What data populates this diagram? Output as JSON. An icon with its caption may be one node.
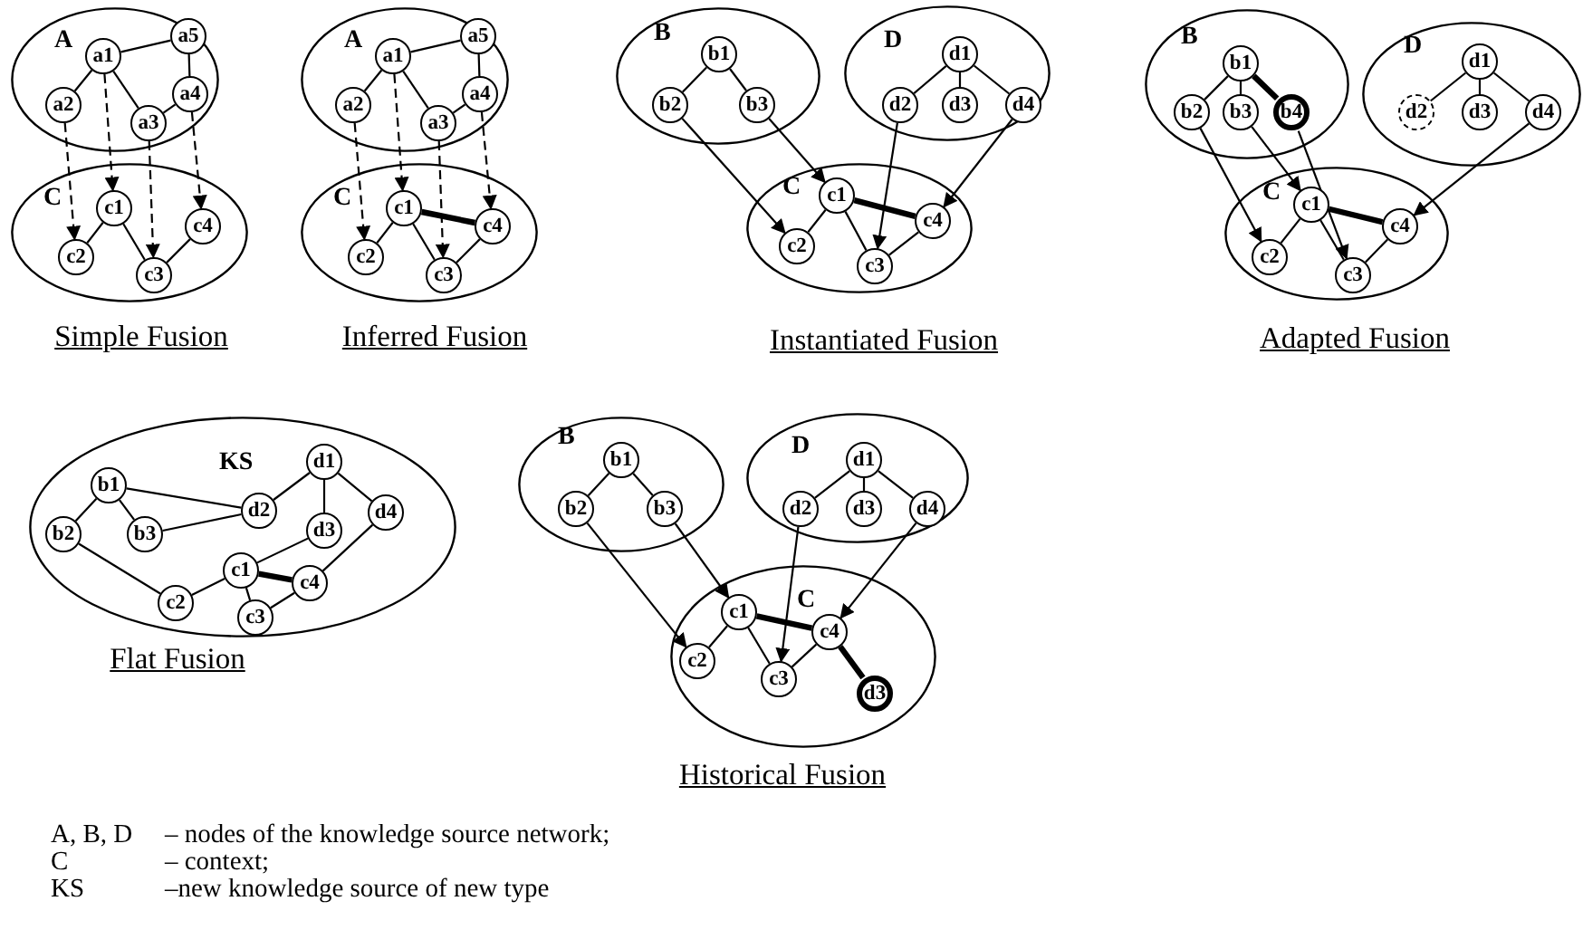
{
  "diagram": {
    "nodes": [
      {
        "text": [
          "A"
        ]
      },
      {
        "text": [
          "a1"
        ],
        "in": 0
      },
      {
        "text": [
          "a5"
        ],
        "in": 0
      },
      {
        "text": [
          "a2"
        ],
        "in": 0
      },
      {
        "text": [
          "a4"
        ],
        "in": 0
      },
      {
        "text": [
          "a3"
        ],
        "in": 0
      },
      {
        "text": [
          "C"
        ]
      },
      {
        "text": [
          "c1"
        ],
        "in": 6
      },
      {
        "text": [
          "c4"
        ],
        "in": 6
      },
      {
        "text": [
          "c2"
        ],
        "in": 6
      },
      {
        "text": [
          "c3"
        ],
        "in": 6
      },
      {
        "text": [
          "A"
        ]
      },
      {
        "text": [
          "a1"
        ],
        "in": 11
      },
      {
        "text": [
          "a5"
        ],
        "in": 11
      },
      {
        "text": [
          "a2"
        ],
        "in": 11
      },
      {
        "text": [
          "a4"
        ],
        "in": 11
      },
      {
        "text": [
          "a3"
        ],
        "in": 11
      },
      {
        "text": [
          "C"
        ]
      },
      {
        "text": [
          "c1"
        ],
        "in": 17
      },
      {
        "text": [
          "c4"
        ],
        "in": 17
      },
      {
        "text": [
          "c2"
        ],
        "in": 17
      },
      {
        "text": [
          "c3"
        ],
        "in": 17
      },
      {
        "text": [
          "B"
        ]
      },
      {
        "text": [
          "b1"
        ],
        "in": 22
      },
      {
        "text": [
          "b2"
        ],
        "in": 22
      },
      {
        "text": [
          "b3"
        ],
        "in": 22
      },
      {
        "text": [
          "D"
        ]
      },
      {
        "text": [
          "d1"
        ],
        "in": 26
      },
      {
        "text": [
          "d2"
        ],
        "in": 26
      },
      {
        "text": [
          "d3"
        ],
        "in": 26
      },
      {
        "text": [
          "d4"
        ],
        "in": 26
      },
      {
        "text": [
          "C"
        ]
      },
      {
        "text": [
          "c1"
        ],
        "in": 31
      },
      {
        "text": [
          "c4"
        ],
        "in": 31
      },
      {
        "text": [
          "c2"
        ],
        "in": 31
      },
      {
        "text": [
          "c3"
        ],
        "in": 31
      },
      {
        "text": [
          "B"
        ]
      },
      {
        "text": [
          "b1"
        ],
        "in": 36
      },
      {
        "text": [
          "b2"
        ],
        "in": 36
      },
      {
        "text": [
          "b3"
        ],
        "in": 36
      },
      {
        "text": [
          "b4"
        ],
        "in": 36
      },
      {
        "text": [
          "D"
        ]
      },
      {
        "text": [
          "d1"
        ],
        "in": 41
      },
      {
        "text": [
          "d2"
        ],
        "in": 41
      },
      {
        "text": [
          "d3"
        ],
        "in": 41
      },
      {
        "text": [
          "d4"
        ],
        "in": 41
      },
      {
        "text": [
          "C"
        ]
      },
      {
        "text": [
          "c1"
        ],
        "in": 46
      },
      {
        "text": [
          "c4"
        ],
        "in": 46
      },
      {
        "text": [
          "c2"
        ],
        "in": 46
      },
      {
        "text": [
          "c3"
        ],
        "in": 46
      },
      {
        "text": [
          "KS"
        ]
      },
      {
        "text": [
          "d1"
        ],
        "in": 51
      },
      {
        "text": [
          "b1"
        ],
        "in": 51
      },
      {
        "text": [
          "d2"
        ],
        "in": 51
      },
      {
        "text": [
          "d4"
        ],
        "in": 51
      },
      {
        "text": [
          "b2"
        ],
        "in": 51
      },
      {
        "text": [
          "b3"
        ],
        "in": 51
      },
      {
        "text": [
          "d3"
        ],
        "in": 51
      },
      {
        "text": [
          "c1"
        ],
        "in": 51
      },
      {
        "text": [
          "c4"
        ],
        "in": 51
      },
      {
        "text": [
          "c2"
        ],
        "in": 51
      },
      {
        "text": [
          "c3"
        ],
        "in": 51
      },
      {
        "text": [
          "B"
        ]
      },
      {
        "text": [
          "b1"
        ],
        "in": 63
      },
      {
        "text": [
          "b2"
        ],
        "in": 63
      },
      {
        "text": [
          "b3"
        ],
        "in": 63
      },
      {
        "text": [
          "D"
        ]
      },
      {
        "text": [
          "d1"
        ],
        "in": 67
      },
      {
        "text": [
          "d2"
        ],
        "in": 67
      },
      {
        "text": [
          "d3"
        ],
        "in": 67
      },
      {
        "text": [
          "d4"
        ],
        "in": 67
      },
      {
        "text": [
          "C"
        ]
      },
      {
        "text": [
          "c1"
        ],
        "in": 72
      },
      {
        "text": [
          "c4"
        ],
        "in": 72
      },
      {
        "text": [
          "c2"
        ],
        "in": 72
      },
      {
        "text": [
          "c3"
        ],
        "in": 72
      },
      {
        "text": [
          "d3"
        ],
        "in": 72
      }
    ],
    "edges": [
      {
        "from": 1,
        "to": 3,
        "arrow": "none"
      },
      {
        "from": 1,
        "to": 2,
        "arrow": "none"
      },
      {
        "from": 1,
        "to": 5,
        "arrow": "none"
      },
      {
        "from": 2,
        "to": 4,
        "arrow": "none"
      },
      {
        "from": 4,
        "to": 5,
        "arrow": "none"
      },
      {
        "from": 7,
        "to": 9,
        "arrow": "none"
      },
      {
        "from": 7,
        "to": 10,
        "arrow": "none"
      },
      {
        "from": 10,
        "to": 8,
        "arrow": "none"
      },
      {
        "from": 3,
        "to": 9,
        "arrow": "to",
        "style": "dashed"
      },
      {
        "from": 1,
        "to": 7,
        "arrow": "to",
        "style": "dashed"
      },
      {
        "from": 5,
        "to": 10,
        "arrow": "to",
        "style": "dashed"
      },
      {
        "from": 4,
        "to": 8,
        "arrow": "to",
        "style": "dashed"
      },
      {
        "from": 12,
        "to": 14,
        "arrow": "none"
      },
      {
        "from": 12,
        "to": 13,
        "arrow": "none"
      },
      {
        "from": 12,
        "to": 16,
        "arrow": "none"
      },
      {
        "from": 13,
        "to": 15,
        "arrow": "none"
      },
      {
        "from": 15,
        "to": 16,
        "arrow": "none"
      },
      {
        "from": 18,
        "to": 20,
        "arrow": "none"
      },
      {
        "from": 18,
        "to": 21,
        "arrow": "none"
      },
      {
        "from": 21,
        "to": 19,
        "arrow": "none"
      },
      {
        "from": 18,
        "to": 19,
        "arrow": "none",
        "style": "thick"
      },
      {
        "from": 14,
        "to": 20,
        "arrow": "to",
        "style": "dashed"
      },
      {
        "from": 12,
        "to": 18,
        "arrow": "to",
        "style": "dashed"
      },
      {
        "from": 16,
        "to": 21,
        "arrow": "to",
        "style": "dashed"
      },
      {
        "from": 15,
        "to": 19,
        "arrow": "to",
        "style": "dashed"
      },
      {
        "from": 23,
        "to": 24,
        "arrow": "none"
      },
      {
        "from": 23,
        "to": 25,
        "arrow": "none"
      },
      {
        "from": 27,
        "to": 28,
        "arrow": "none"
      },
      {
        "from": 27,
        "to": 29,
        "arrow": "none"
      },
      {
        "from": 27,
        "to": 30,
        "arrow": "none"
      },
      {
        "from": 32,
        "to": 34,
        "arrow": "none"
      },
      {
        "from": 32,
        "to": 35,
        "arrow": "none"
      },
      {
        "from": 35,
        "to": 33,
        "arrow": "none"
      },
      {
        "from": 32,
        "to": 33,
        "arrow": "none",
        "style": "thick"
      },
      {
        "from": 24,
        "to": 34,
        "arrow": "to"
      },
      {
        "from": 25,
        "to": 32,
        "arrow": "to"
      },
      {
        "from": 28,
        "to": 35,
        "arrow": "to"
      },
      {
        "from": 30,
        "to": 33,
        "arrow": "to"
      },
      {
        "from": 37,
        "to": 38,
        "arrow": "none"
      },
      {
        "from": 37,
        "to": 39,
        "arrow": "none"
      },
      {
        "from": 37,
        "to": 40,
        "arrow": "none",
        "style": "thick"
      },
      {
        "from": 42,
        "to": 43,
        "arrow": "none"
      },
      {
        "from": 42,
        "to": 44,
        "arrow": "none"
      },
      {
        "from": 42,
        "to": 45,
        "arrow": "none"
      },
      {
        "from": 47,
        "to": 49,
        "arrow": "none"
      },
      {
        "from": 47,
        "to": 50,
        "arrow": "none"
      },
      {
        "from": 50,
        "to": 48,
        "arrow": "none"
      },
      {
        "from": 47,
        "to": 48,
        "arrow": "none",
        "style": "thick"
      },
      {
        "from": 38,
        "to": 49,
        "arrow": "to"
      },
      {
        "from": 39,
        "to": 47,
        "arrow": "to"
      },
      {
        "from": 40,
        "to": 50,
        "arrow": "to"
      },
      {
        "from": 45,
        "to": 48,
        "arrow": "to"
      },
      {
        "from": 53,
        "to": 56,
        "arrow": "none"
      },
      {
        "from": 53,
        "to": 57,
        "arrow": "none"
      },
      {
        "from": 53,
        "to": 54,
        "arrow": "none"
      },
      {
        "from": 57,
        "to": 54,
        "arrow": "none"
      },
      {
        "from": 54,
        "to": 52,
        "arrow": "none"
      },
      {
        "from": 52,
        "to": 58,
        "arrow": "none"
      },
      {
        "from": 52,
        "to": 55,
        "arrow": "none"
      },
      {
        "from": 58,
        "to": 59,
        "arrow": "none"
      },
      {
        "from": 56,
        "to": 61,
        "arrow": "none"
      },
      {
        "from": 61,
        "to": 59,
        "arrow": "none"
      },
      {
        "from": 59,
        "to": 60,
        "arrow": "none",
        "style": "thick"
      },
      {
        "from": 59,
        "to": 62,
        "arrow": "none"
      },
      {
        "from": 62,
        "to": 60,
        "arrow": "none"
      },
      {
        "from": 60,
        "to": 55,
        "arrow": "none"
      },
      {
        "from": 64,
        "to": 65,
        "arrow": "none"
      },
      {
        "from": 64,
        "to": 66,
        "arrow": "none"
      },
      {
        "from": 68,
        "to": 69,
        "arrow": "none"
      },
      {
        "from": 68,
        "to": 70,
        "arrow": "none"
      },
      {
        "from": 68,
        "to": 71,
        "arrow": "none"
      },
      {
        "from": 73,
        "to": 75,
        "arrow": "none"
      },
      {
        "from": 73,
        "to": 76,
        "arrow": "none"
      },
      {
        "from": 76,
        "to": 74,
        "arrow": "none"
      },
      {
        "from": 73,
        "to": 74,
        "arrow": "none",
        "style": "thick"
      },
      {
        "from": 74,
        "to": 77,
        "arrow": "none",
        "style": "thick"
      },
      {
        "from": 65,
        "to": 75,
        "arrow": "to"
      },
      {
        "from": 66,
        "to": 73,
        "arrow": "to"
      },
      {
        "from": 69,
        "to": 76,
        "arrow": "to"
      },
      {
        "from": 71,
        "to": 74,
        "arrow": "to"
      }
    ],
    "labels": [
      "Simple Fusion",
      "Inferred Fusion",
      "Instantiated Fusion",
      "Adapted Fusion",
      "Flat Fusion",
      "Historical Fusion",
      "A, B, D",
      "– nodes of the knowledge source network;",
      "C",
      "– context;",
      "KS",
      "–new knowledge source of new type"
    ]
  }
}
